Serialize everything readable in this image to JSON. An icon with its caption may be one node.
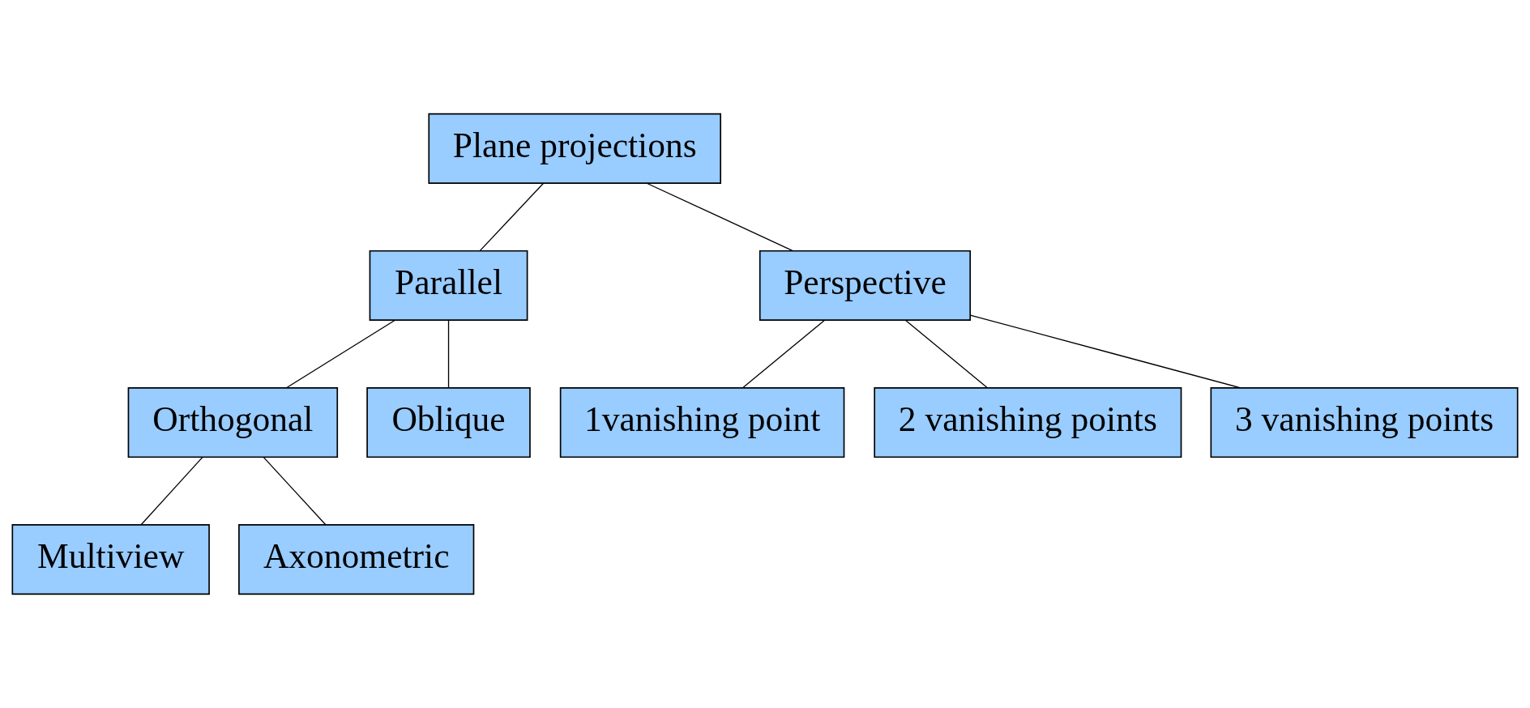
{
  "diagram": {
    "nodes": [
      {
        "text": [
          "Plane projections"
        ]
      },
      {
        "text": [
          "Parallel"
        ]
      },
      {
        "text": [
          "Perspective"
        ]
      },
      {
        "text": [
          "Orthogonal"
        ]
      },
      {
        "text": [
          "Oblique"
        ]
      },
      {
        "text": [
          "1vanishing point"
        ]
      },
      {
        "text": [
          "2 vanishing points"
        ]
      },
      {
        "text": [
          "3 vanishing points"
        ]
      },
      {
        "text": [
          "Multiview"
        ]
      },
      {
        "text": [
          "Axonometric"
        ]
      }
    ],
    "edges": [
      {
        "from": 0,
        "to": 1,
        "arrow": "none"
      },
      {
        "from": 0,
        "to": 2,
        "arrow": "none"
      },
      {
        "from": 1,
        "to": 3,
        "arrow": "none"
      },
      {
        "from": 1,
        "to": 4,
        "arrow": "none"
      },
      {
        "from": 2,
        "to": 5,
        "arrow": "none"
      },
      {
        "from": 2,
        "to": 6,
        "arrow": "none"
      },
      {
        "from": 2,
        "to": 7,
        "arrow": "none"
      },
      {
        "from": 3,
        "to": 8,
        "arrow": "none"
      },
      {
        "from": 3,
        "to": 9,
        "arrow": "none"
      }
    ]
  }
}
